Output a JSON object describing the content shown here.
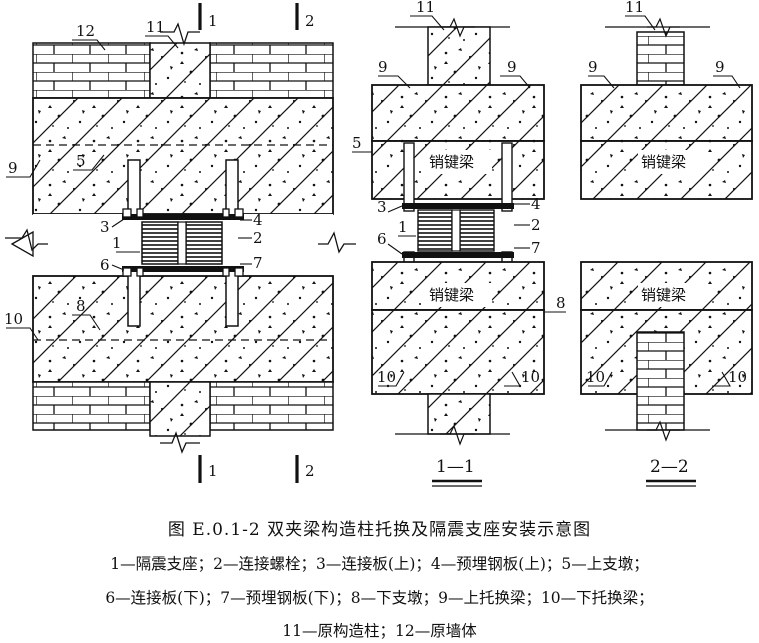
{
  "figure": {
    "title": "图 E.0.1-2   双夹梁构造柱托换及隔震支座安装示意图",
    "legend_lines": [
      "1—隔震支座；2—连接螺栓；3—连接板(上)；4—预埋钢板(上)；5—上支墩；",
      "6—连接板(下)；7—预埋钢板(下)；8—下支墩；9—上托换梁；10—下托换梁；",
      "11—原构造柱；12—原墙体"
    ]
  },
  "main_view": {
    "section_mark_top_left": "1",
    "section_mark_top_right": "2",
    "section_mark_bottom_left": "1",
    "section_mark_bottom_right": "2",
    "callouts": {
      "c12": "12",
      "c11": "11",
      "c9": "9",
      "c5": "5",
      "c3": "3",
      "c1": "1",
      "c6": "6",
      "c4": "4",
      "c2": "2",
      "c7": "7",
      "c10": "10",
      "c8": "8"
    }
  },
  "section_1_1": {
    "caption": "1—1",
    "upper_beam_text": "销键梁",
    "lower_beam_text": "销键梁",
    "callouts": {
      "c11": "11",
      "c9a": "9",
      "c9b": "9",
      "c5": "5",
      "c3": "3",
      "c4": "4",
      "c1": "1",
      "c2": "2",
      "c6": "6",
      "c7": "7",
      "c8": "8",
      "c10a": "10",
      "c10b": "10"
    }
  },
  "section_2_2": {
    "caption": "2—2",
    "upper_beam_text": "销键梁",
    "lower_beam_text": "销键梁",
    "callouts": {
      "c11": "11",
      "c9a": "9",
      "c9b": "9",
      "c10a": "10",
      "c10b": "10"
    }
  }
}
